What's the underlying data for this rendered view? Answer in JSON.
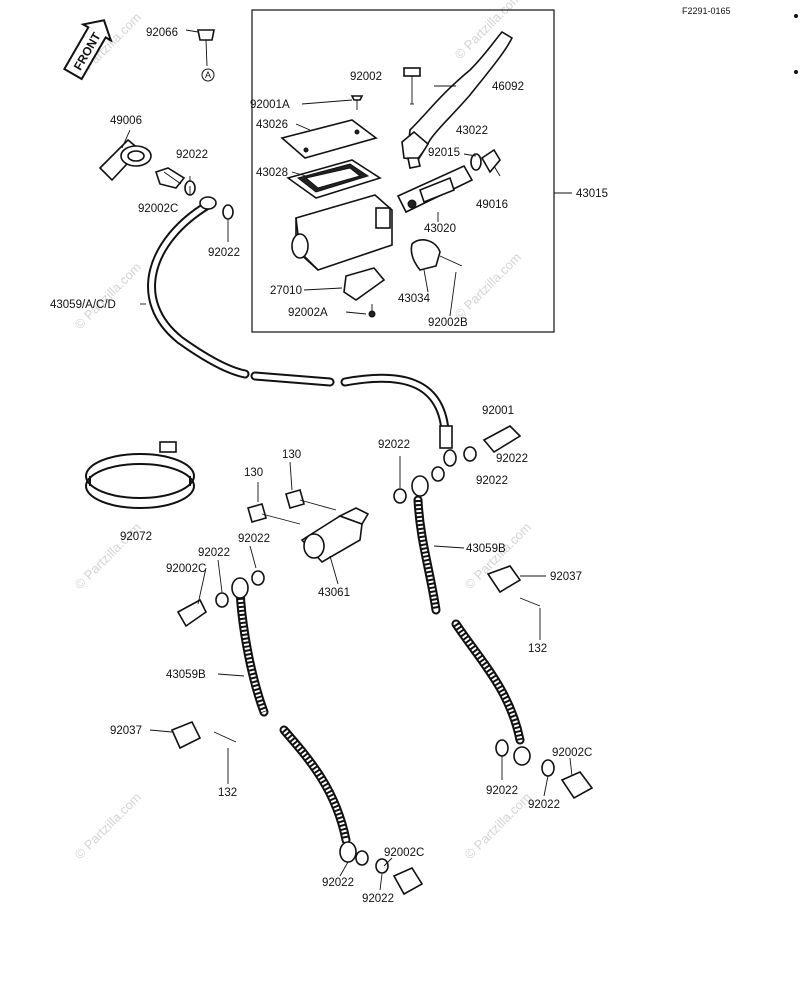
{
  "header": {
    "code": "F2291-0165"
  },
  "front_badge": "FRONT",
  "watermark": "© Partzilla.com",
  "ref_marker": "A",
  "labels": {
    "p92066": "92066",
    "p92002_top": "92002",
    "p46092": "46092",
    "p92001a": "92001A",
    "p43026": "43026",
    "p43022": "43022",
    "p92015": "92015",
    "p49006": "49006",
    "p92022_a": "92022",
    "p43028": "43028",
    "p49016": "49016",
    "p43015": "43015",
    "p92002c_a": "92002C",
    "p43020": "43020",
    "p92022_b": "92022",
    "p27010": "27010",
    "p43034": "43034",
    "p43059acd": "43059/A/C/D",
    "p92002a": "92002A",
    "p92002b": "92002B",
    "p92001": "92001",
    "p92022_c": "92022",
    "p130_a": "130",
    "p92022_d": "92022",
    "p130_b": "130",
    "p92022_e": "92022",
    "p92072": "92072",
    "p92022_f": "92022",
    "p92022_g": "92022",
    "p43059b_a": "43059B",
    "p92002c_b": "92002C",
    "p43061": "43061",
    "p92037_a": "92037",
    "p132_a": "132",
    "p43059b_b": "43059B",
    "p92037_b": "92037",
    "p92002c_c": "92002C",
    "p132_b": "132",
    "p92022_h": "92022",
    "p92022_i": "92022",
    "p92002c_d": "92002C",
    "p92022_j": "92022",
    "p92022_k": "92022"
  }
}
